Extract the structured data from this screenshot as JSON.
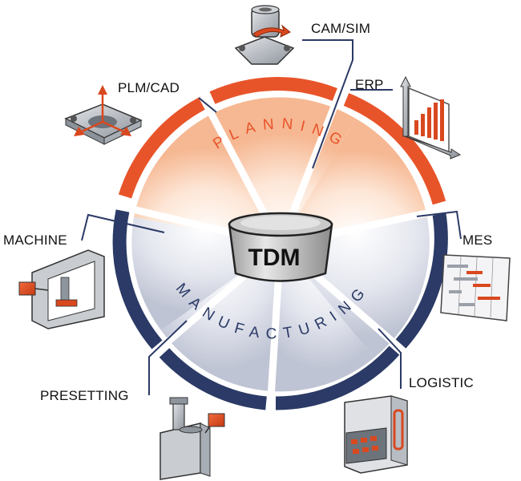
{
  "center": {
    "label": "TDM"
  },
  "sections": {
    "planning": {
      "label": "PLANNING"
    },
    "manufacturing": {
      "label": "MANUFACTURING"
    }
  },
  "nodes": {
    "cam_sim": "CAM/SIM",
    "erp": "ERP",
    "plm_cad": "PLM/CAD",
    "machine": "MACHINE",
    "mes": "MES",
    "logistic": "LOGISTIC",
    "presetting": "PRESETTING"
  },
  "colors": {
    "planning": "#e8542a",
    "manufacturing": "#2b3a66",
    "gear": "#9aa0a8",
    "arrow": "#d9481f"
  },
  "icons": {
    "cam_sim": "cam-sim-icon",
    "erp": "erp-chart-icon",
    "plm_cad": "plm-cad-icon",
    "machine": "machine-icon",
    "mes": "mes-gantt-icon",
    "logistic": "logistic-cabinet-icon",
    "presetting": "presetting-machine-icon"
  }
}
